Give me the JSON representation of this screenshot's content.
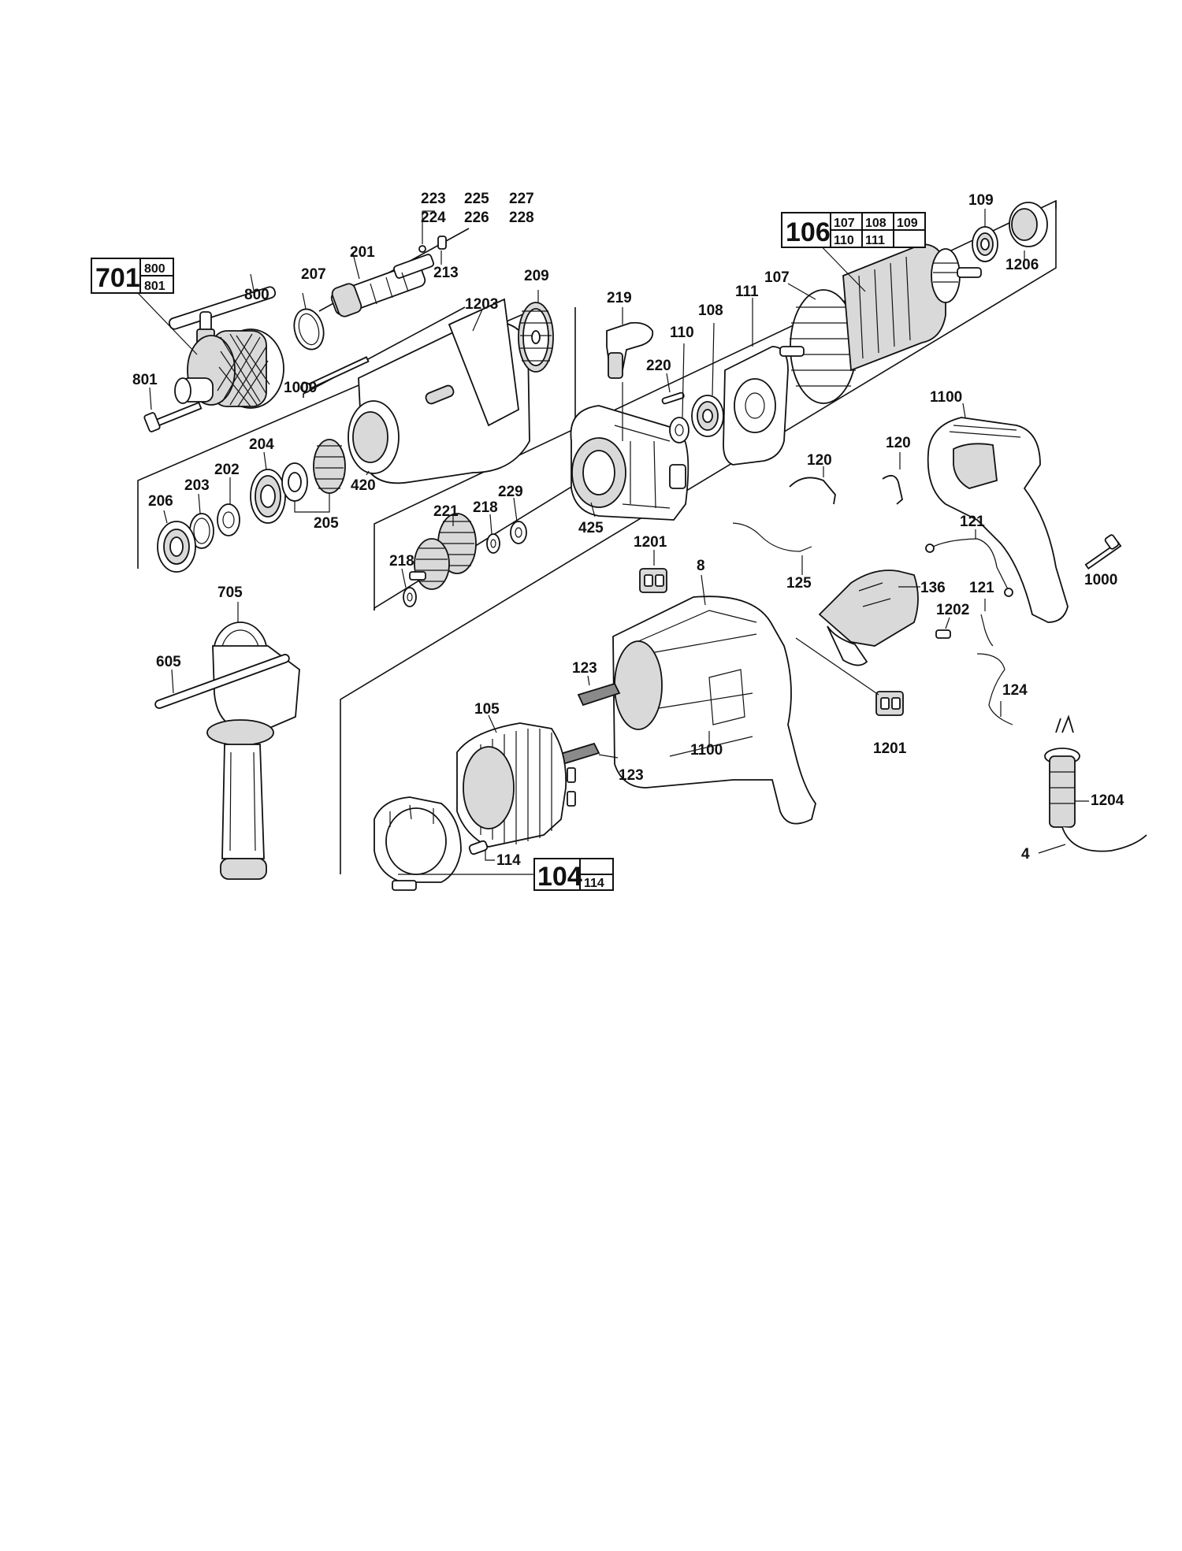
{
  "diagram": {
    "labels": [
      {
        "id": "p223",
        "text": "223"
      },
      {
        "id": "p224",
        "text": "224"
      },
      {
        "id": "p225",
        "text": "225"
      },
      {
        "id": "p226",
        "text": "226"
      },
      {
        "id": "p227",
        "text": "227"
      },
      {
        "id": "p228",
        "text": "228"
      },
      {
        "id": "p201",
        "text": "201"
      },
      {
        "id": "p207",
        "text": "207"
      },
      {
        "id": "p213",
        "text": "213"
      },
      {
        "id": "p800",
        "text": "800"
      },
      {
        "id": "p801",
        "text": "801"
      },
      {
        "id": "p1000a",
        "text": "1000"
      },
      {
        "id": "p1203",
        "text": "1203"
      },
      {
        "id": "p209",
        "text": "209"
      },
      {
        "id": "p219",
        "text": "219"
      },
      {
        "id": "p220",
        "text": "220"
      },
      {
        "id": "p110",
        "text": "110"
      },
      {
        "id": "p108",
        "text": "108"
      },
      {
        "id": "p111",
        "text": "111"
      },
      {
        "id": "p107",
        "text": "107"
      },
      {
        "id": "p109",
        "text": "109"
      },
      {
        "id": "p1206",
        "text": "1206"
      },
      {
        "id": "p204",
        "text": "204"
      },
      {
        "id": "p202",
        "text": "202"
      },
      {
        "id": "p203",
        "text": "203"
      },
      {
        "id": "p206",
        "text": "206"
      },
      {
        "id": "p205",
        "text": "205"
      },
      {
        "id": "p420",
        "text": "420"
      },
      {
        "id": "p221",
        "text": "221"
      },
      {
        "id": "p218a",
        "text": "218"
      },
      {
        "id": "p229",
        "text": "229"
      },
      {
        "id": "p425",
        "text": "425"
      },
      {
        "id": "p218b",
        "text": "218"
      },
      {
        "id": "p1100a",
        "text": "1100"
      },
      {
        "id": "p120a",
        "text": "120"
      },
      {
        "id": "p120b",
        "text": "120"
      },
      {
        "id": "p121a",
        "text": "121"
      },
      {
        "id": "p1000b",
        "text": "1000"
      },
      {
        "id": "p125",
        "text": "125"
      },
      {
        "id": "p1201a",
        "text": "1201"
      },
      {
        "id": "p8",
        "text": "8"
      },
      {
        "id": "p136",
        "text": "136"
      },
      {
        "id": "p1202",
        "text": "1202"
      },
      {
        "id": "p121b",
        "text": "121"
      },
      {
        "id": "p705",
        "text": "705"
      },
      {
        "id": "p605",
        "text": "605"
      },
      {
        "id": "p123a",
        "text": "123"
      },
      {
        "id": "p105",
        "text": "105"
      },
      {
        "id": "p1100b",
        "text": "1100"
      },
      {
        "id": "p1201b",
        "text": "1201"
      },
      {
        "id": "p124",
        "text": "124"
      },
      {
        "id": "p123b",
        "text": "123"
      },
      {
        "id": "p1204",
        "text": "1204"
      },
      {
        "id": "p114",
        "text": "114"
      },
      {
        "id": "p4",
        "text": "4"
      }
    ],
    "kits": [
      {
        "id": "kit701",
        "main": "701",
        "cells": [
          "800",
          "801"
        ]
      },
      {
        "id": "kit106",
        "main": "106",
        "cells": [
          "107",
          "108",
          "109",
          "110",
          "111",
          ""
        ]
      },
      {
        "id": "kit104",
        "main": "104",
        "cells": [
          "114"
        ]
      }
    ]
  }
}
